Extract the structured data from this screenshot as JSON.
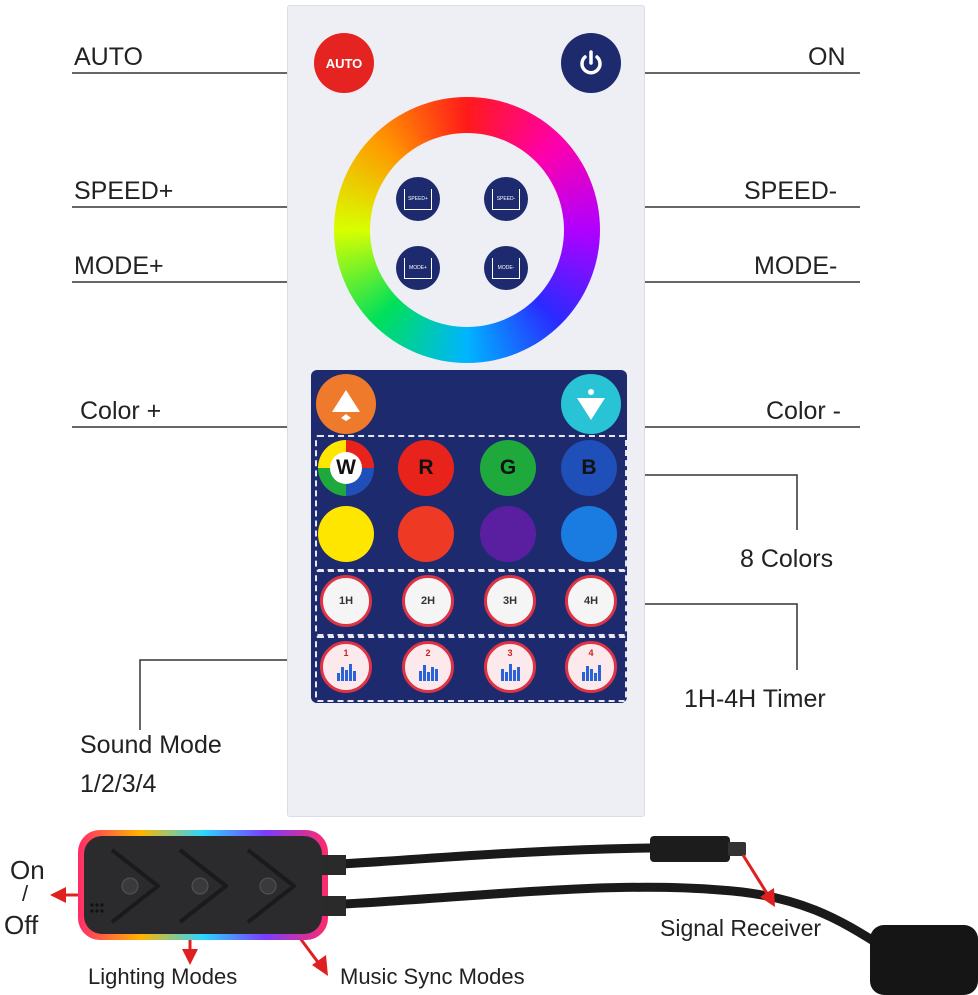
{
  "labels": {
    "auto": "AUTO",
    "on": "ON",
    "speed_plus": "SPEED+",
    "speed_minus": "SPEED-",
    "mode_plus": "MODE+",
    "mode_minus": "MODE-",
    "color_plus": "Color +",
    "color_minus": "Color -",
    "eight_colors": "8 Colors",
    "timer": "1H-4H Timer",
    "sound_mode_line1": "Sound Mode",
    "sound_mode_line2": "1/2/3/4",
    "on_line1": "On",
    "on_line2": "/",
    "on_line3": "Off",
    "lighting_modes": "Lighting Modes",
    "music_sync_modes": "Music Sync Modes",
    "signal_receiver": "Signal Receiver"
  },
  "remote": {
    "auto_button_text": "AUTO",
    "speed_plus_cap": "SPEED+",
    "speed_minus_cap": "SPEED-",
    "mode_plus_cap": "MODE+",
    "mode_minus_cap": "MODE-",
    "color_row1": [
      {
        "text": "W",
        "color": "#ffffff"
      },
      {
        "text": "R",
        "color": "#e8231c"
      },
      {
        "text": "G",
        "color": "#1fa83c"
      },
      {
        "text": "B",
        "color": "#1f4fb8"
      }
    ],
    "color_row2": [
      {
        "color": "#ffe600"
      },
      {
        "color": "#ee3a24"
      },
      {
        "color": "#5a1fa0"
      },
      {
        "color": "#1a7be0"
      }
    ],
    "timers": [
      "1H",
      "2H",
      "3H",
      "4H"
    ],
    "sound_modes": [
      "1",
      "2",
      "3",
      "4"
    ]
  },
  "colors": {
    "auto_red": "#e52320",
    "navy": "#1e2a6e",
    "color_plus_orange": "#f07a2c",
    "color_minus_teal": "#29c3d6",
    "arrow_red": "#e02020"
  }
}
